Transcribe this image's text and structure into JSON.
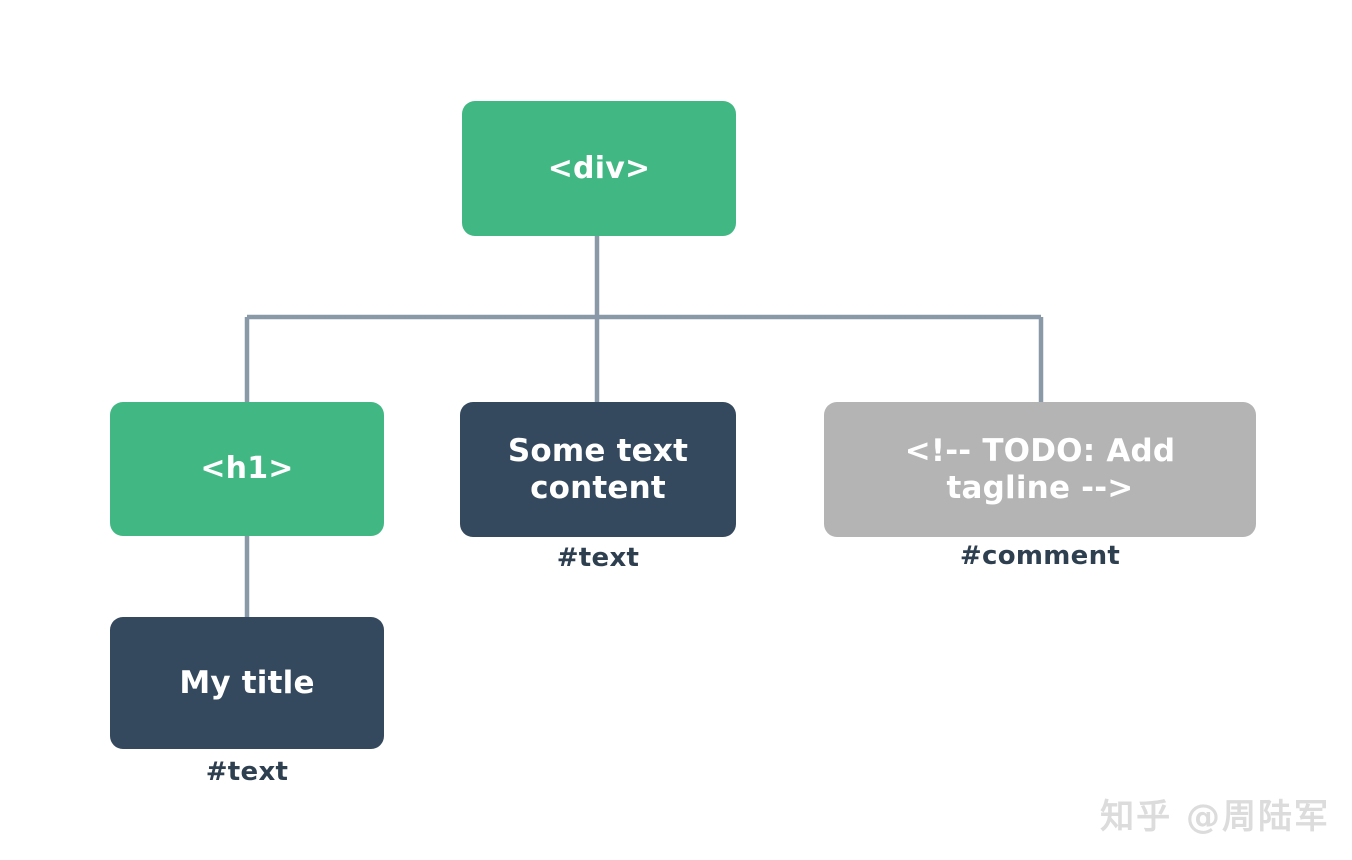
{
  "diagram": {
    "title": "DOM tree diagram",
    "background": "#ffffff",
    "colors": {
      "element_node": "#41b883",
      "text_node": "#35495e",
      "comment_node": "#b4b4b4",
      "connector": "#8a99a8",
      "label_text": "#2e3f50",
      "node_text": "#ffffff",
      "watermark": "#dcdcdc"
    }
  },
  "nodes": {
    "div": {
      "text": "<div>",
      "kind": "element"
    },
    "h1": {
      "text": "<h1>",
      "kind": "element"
    },
    "some_text": {
      "text": "Some text content",
      "kind": "text",
      "label": "#text"
    },
    "todo_comment": {
      "text": "<!-- TODO: Add tagline  -->",
      "kind": "comment",
      "label": "#comment"
    },
    "my_title": {
      "text": "My title",
      "kind": "text",
      "label": "#text"
    }
  },
  "edges": [
    {
      "from": "div",
      "to": "h1"
    },
    {
      "from": "div",
      "to": "some_text"
    },
    {
      "from": "div",
      "to": "todo_comment"
    },
    {
      "from": "h1",
      "to": "my_title"
    }
  ],
  "watermark": {
    "text": "知乎 @周陆军"
  }
}
